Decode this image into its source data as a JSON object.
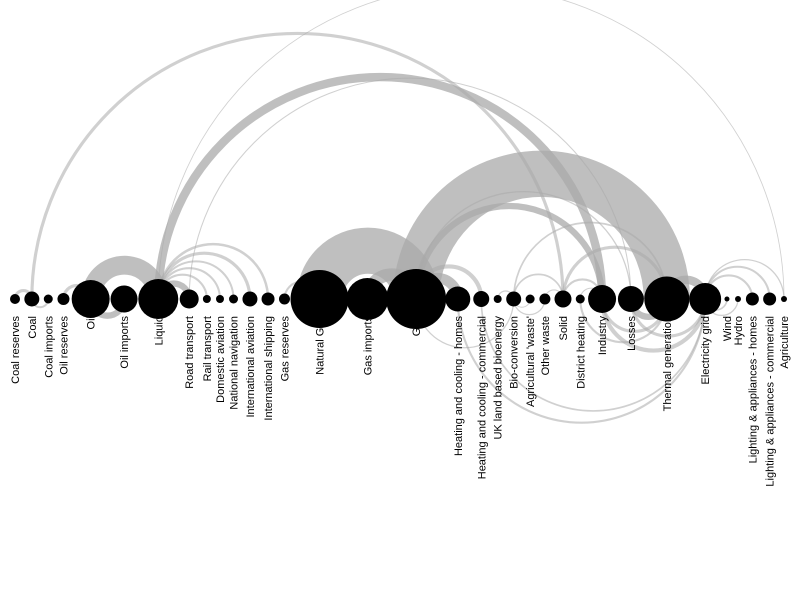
{
  "diagram": {
    "colors": {
      "node": "#000000",
      "arc": "#aaaaaa",
      "background": "#ffffff"
    },
    "nodes": [
      {
        "id": "coal-reserves",
        "label": "Coal reserves",
        "size": 10
      },
      {
        "id": "coal",
        "label": "Coal",
        "size": 15
      },
      {
        "id": "coal-imports",
        "label": "Coal imports",
        "size": 9
      },
      {
        "id": "oil-reserves",
        "label": "Oil reserves",
        "size": 12
      },
      {
        "id": "oil",
        "label": "Oil",
        "size": 38
      },
      {
        "id": "oil-imports",
        "label": "Oil imports",
        "size": 27
      },
      {
        "id": "liquid",
        "label": "Liquid",
        "size": 40
      },
      {
        "id": "road-transport",
        "label": "Road transport",
        "size": 19
      },
      {
        "id": "rail-transport",
        "label": "Rail transport",
        "size": 8
      },
      {
        "id": "domestic-aviation",
        "label": "Domestic aviation",
        "size": 8
      },
      {
        "id": "national-navigation",
        "label": "National navigation",
        "size": 9
      },
      {
        "id": "international-aviation",
        "label": "International aviation",
        "size": 15
      },
      {
        "id": "international-shipping",
        "label": "International shipping",
        "size": 13
      },
      {
        "id": "gas-reserves",
        "label": "Gas reserves",
        "size": 11
      },
      {
        "id": "natural-gas",
        "label": "Natural Gas",
        "size": 58
      },
      {
        "id": "gas-imports",
        "label": "Gas imports",
        "size": 42
      },
      {
        "id": "gas",
        "label": "Gas",
        "size": 60
      },
      {
        "id": "heating-cooling-homes",
        "label": "Heating and cooling - homes",
        "size": 25
      },
      {
        "id": "heating-cooling-commercial",
        "label": "Heating and cooling - commercial",
        "size": 16
      },
      {
        "id": "uk-land-bioenergy",
        "label": "UK land based bioenergy",
        "size": 8
      },
      {
        "id": "bio-conversion",
        "label": "Bio-conversion",
        "size": 15
      },
      {
        "id": "agricultural-waste",
        "label": "Agricultural 'waste'",
        "size": 9
      },
      {
        "id": "other-waste",
        "label": "Other waste",
        "size": 11
      },
      {
        "id": "solid",
        "label": "Solid",
        "size": 17
      },
      {
        "id": "district-heating",
        "label": "District heating",
        "size": 9
      },
      {
        "id": "industry",
        "label": "Industry",
        "size": 28
      },
      {
        "id": "losses",
        "label": "Losses",
        "size": 26
      },
      {
        "id": "thermal-generation",
        "label": "Thermal generation",
        "size": 45
      },
      {
        "id": "electricity-grid",
        "label": "Electricity grid",
        "size": 32
      },
      {
        "id": "wind",
        "label": "Wind",
        "size": 5
      },
      {
        "id": "hydro",
        "label": "Hydro",
        "size": 6
      },
      {
        "id": "lighting-homes",
        "label": "Lighting & appliances - homes",
        "size": 13
      },
      {
        "id": "lighting-commercial",
        "label": "Lighting & appliances - commercial",
        "size": 13
      },
      {
        "id": "agriculture",
        "label": "Agriculture",
        "size": 6
      }
    ],
    "links": [
      {
        "source": "coal-reserves",
        "target": "coal",
        "value": 1.5
      },
      {
        "source": "coal-imports",
        "target": "coal",
        "value": 1
      },
      {
        "source": "coal",
        "target": "solid",
        "value": 1.5
      },
      {
        "source": "oil-reserves",
        "target": "oil",
        "value": 1.5
      },
      {
        "source": "oil",
        "target": "liquid",
        "value": 9
      },
      {
        "source": "oil-imports",
        "target": "oil",
        "value": 3
      },
      {
        "source": "liquid",
        "target": "road-transport",
        "value": 3
      },
      {
        "source": "liquid",
        "target": "rail-transport",
        "value": 1
      },
      {
        "source": "liquid",
        "target": "domestic-aviation",
        "value": 1
      },
      {
        "source": "liquid",
        "target": "national-navigation",
        "value": 1
      },
      {
        "source": "liquid",
        "target": "international-aviation",
        "value": 1.5
      },
      {
        "source": "liquid",
        "target": "international-shipping",
        "value": 1.2
      },
      {
        "source": "liquid",
        "target": "industry",
        "value": 4
      },
      {
        "source": "gas-reserves",
        "target": "natural-gas",
        "value": 1
      },
      {
        "source": "natural-gas",
        "target": "gas",
        "value": 22
      },
      {
        "source": "gas-imports",
        "target": "gas",
        "value": 6
      },
      {
        "source": "gas",
        "target": "thermal-generation",
        "value": 22
      },
      {
        "source": "gas",
        "target": "heating-cooling-homes",
        "value": 5
      },
      {
        "source": "gas",
        "target": "industry",
        "value": 3
      },
      {
        "source": "gas",
        "target": "heating-cooling-commercial",
        "value": 2
      },
      {
        "source": "thermal-generation",
        "target": "losses",
        "value": 3
      },
      {
        "source": "thermal-generation",
        "target": "electricity-grid",
        "value": 4
      },
      {
        "source": "thermal-generation",
        "target": "district-heating",
        "value": 1
      },
      {
        "source": "thermal-generation",
        "target": "industry",
        "value": 1.5
      },
      {
        "source": "electricity-grid",
        "target": "industry",
        "value": 2
      },
      {
        "source": "electricity-grid",
        "target": "losses",
        "value": 1.5
      },
      {
        "source": "electricity-grid",
        "target": "heating-cooling-homes",
        "value": 1
      },
      {
        "source": "electricity-grid",
        "target": "heating-cooling-commercial",
        "value": 0.8
      },
      {
        "source": "electricity-grid",
        "target": "lighting-homes",
        "value": 1
      },
      {
        "source": "electricity-grid",
        "target": "lighting-commercial",
        "value": 1
      },
      {
        "source": "electricity-grid",
        "target": "agriculture",
        "value": 0.6
      },
      {
        "source": "wind",
        "target": "electricity-grid",
        "value": 0.8
      },
      {
        "source": "hydro",
        "target": "electricity-grid",
        "value": 0.6
      },
      {
        "source": "solid",
        "target": "thermal-generation",
        "value": 1.5
      },
      {
        "source": "solid",
        "target": "industry",
        "value": 1
      },
      {
        "source": "bio-conversion",
        "target": "solid",
        "value": 0.8
      },
      {
        "source": "bio-conversion",
        "target": "thermal-generation",
        "value": 0.8
      },
      {
        "source": "bio-conversion",
        "target": "gas",
        "value": 0.6
      },
      {
        "source": "uk-land-bioenergy",
        "target": "bio-conversion",
        "value": 0.6
      },
      {
        "source": "agricultural-waste",
        "target": "bio-conversion",
        "value": 0.5
      },
      {
        "source": "other-waste",
        "target": "bio-conversion",
        "value": 0.6
      },
      {
        "source": "other-waste",
        "target": "solid",
        "value": 0.5
      },
      {
        "source": "district-heating",
        "target": "industry",
        "value": 0.5
      },
      {
        "source": "road-transport",
        "target": "losses",
        "value": 0.5
      },
      {
        "source": "liquid",
        "target": "agriculture",
        "value": 0.4
      },
      {
        "source": "gas",
        "target": "losses",
        "value": 0.6
      }
    ]
  }
}
